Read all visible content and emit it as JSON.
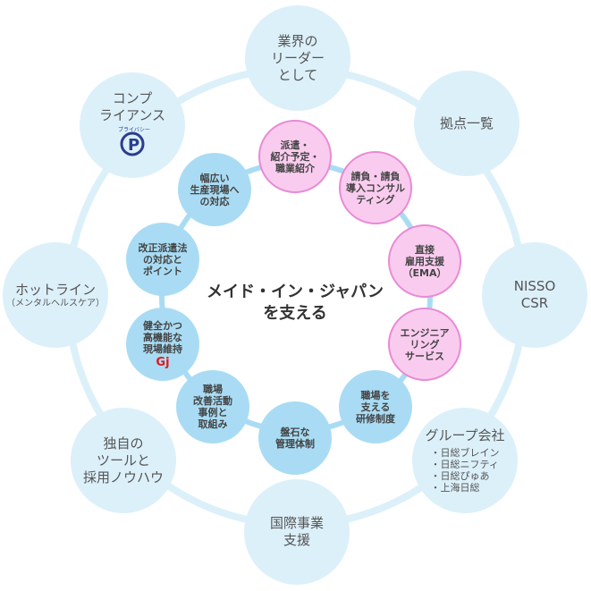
{
  "outer": [
    {
      "id": "leader",
      "lines": [
        "業界の",
        "リーダー",
        "として"
      ]
    },
    {
      "id": "locations",
      "lines": [
        "拠点一覧"
      ]
    },
    {
      "id": "csr",
      "lines": [
        "NISSO",
        "CSR"
      ]
    },
    {
      "id": "group",
      "lines": [
        "グループ会社"
      ],
      "items": [
        "・日総ブレイン",
        "・日総ニフティ",
        "・日総ぴゅあ",
        "・上海日総"
      ]
    },
    {
      "id": "intl",
      "lines": [
        "国際事業",
        "支援"
      ]
    },
    {
      "id": "tools",
      "lines": [
        "独自の",
        "ツールと",
        "採用ノウハウ"
      ]
    },
    {
      "id": "hotline",
      "lines": [
        "ホットライン"
      ],
      "sub": "（メンタルヘルスケア）"
    },
    {
      "id": "compliance",
      "lines": [
        "コンプ",
        "ライアンス"
      ],
      "logo": "プライバシー"
    }
  ],
  "inner": [
    {
      "lines": [
        "派遣・",
        "紹介予定・",
        "職業紹介"
      ]
    },
    {
      "lines": [
        "請負・請負",
        "導入コンサル",
        "ティング"
      ]
    },
    {
      "lines": [
        "直接",
        "雇用支援",
        "（EMA）"
      ]
    },
    {
      "lines": [
        "エンジニア",
        "リング",
        "サービス"
      ]
    },
    {
      "lines": [
        "職場を",
        "支える",
        "研修制度"
      ]
    },
    {
      "lines": [
        "盤石な",
        "管理体制"
      ]
    },
    {
      "lines": [
        "職場",
        "改善活動",
        "事例と",
        "取組み"
      ]
    },
    {
      "lines": [
        "健全かつ",
        "高機能な",
        "現場維持"
      ],
      "logo": "GJ"
    },
    {
      "lines": [
        "改正派遣法",
        "の対応と",
        "ポイント"
      ]
    },
    {
      "lines": [
        "幅広い",
        "生産現場へ",
        "の対応"
      ]
    }
  ],
  "center": {
    "line1": "メイド・イン・ジャパン",
    "line2": "を支える"
  },
  "colors": {
    "outer": "#dcf0fa",
    "inner": "#a9dcf4",
    "pink": "#f9ccef"
  }
}
